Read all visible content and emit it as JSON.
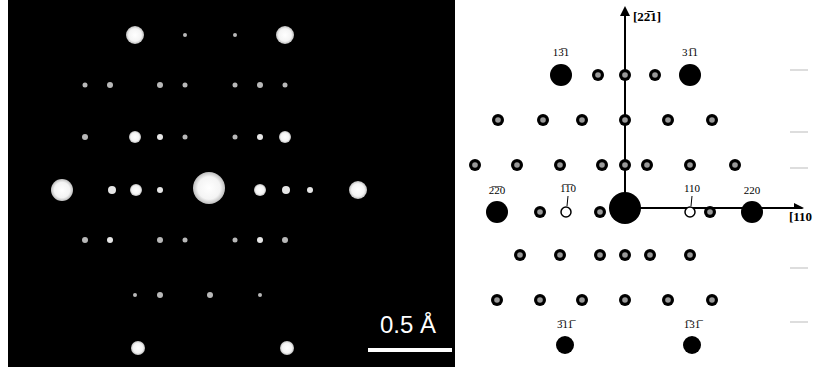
{
  "diagram": {
    "labels": [
      "0.5 Å",
      "[22̅1]",
      "13̅1",
      "31̅1",
      "2̅2̅0",
      "1̅1̅0",
      "110",
      "220",
      "[110",
      "3̅11̅",
      "1̅31̅"
    ]
  }
}
